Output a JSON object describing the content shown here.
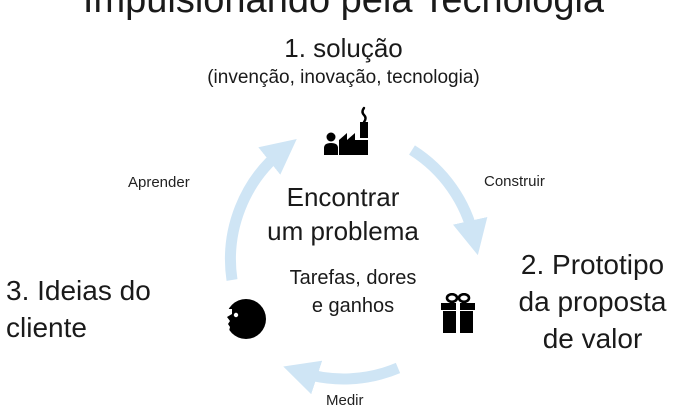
{
  "title": "Impulsionando pela Tecnologia",
  "step1": {
    "title": "1. solução",
    "subtitle": "(invenção, inovação, tecnologia)",
    "icon": "factory-icon"
  },
  "cycle_labels": {
    "build": "Construir",
    "learn": "Aprender",
    "measure": "Medir"
  },
  "center": {
    "main_line1": "Encontrar",
    "main_line2": "um problema",
    "sub_line1": "Tarefas, dores",
    "sub_line2": "e ganhos"
  },
  "step2": {
    "line1": "2. Prototipo",
    "line2": "da proposta",
    "line3": "de valor",
    "icon": "gift-icon"
  },
  "step3": {
    "line1": "3. Ideias do",
    "line2": "cliente",
    "icon": "customer-head-icon"
  },
  "colors": {
    "arrow": "#cfe5f5",
    "text": "#1a1a1a",
    "icon": "#000000"
  }
}
